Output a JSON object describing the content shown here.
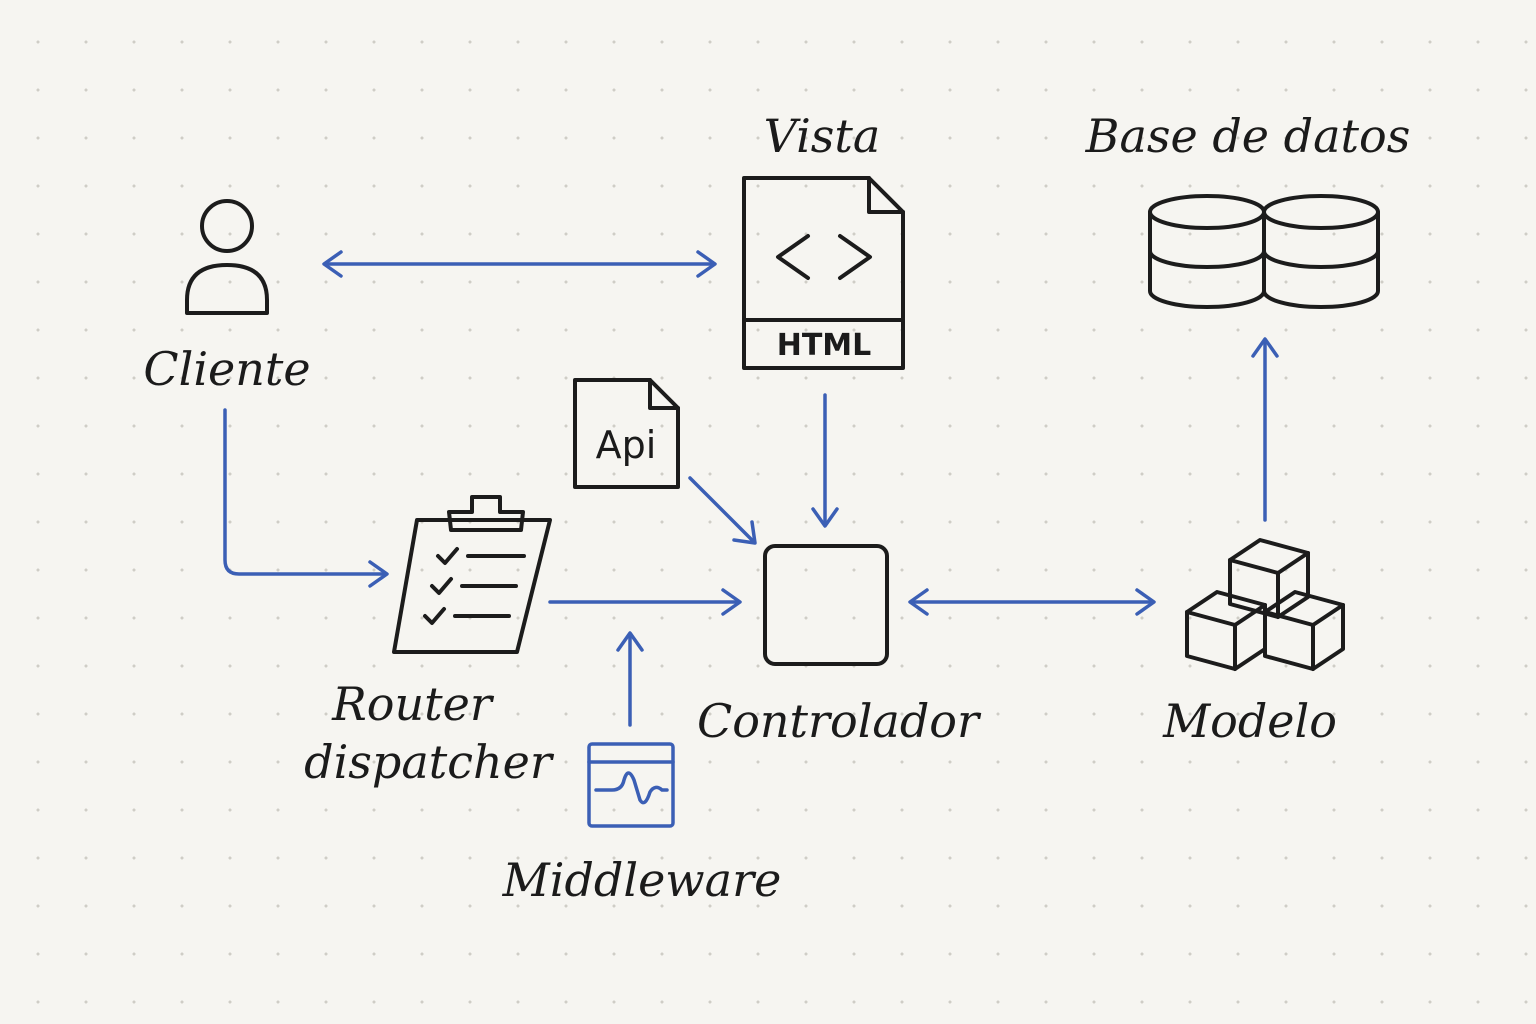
{
  "labels": {
    "cliente": "Cliente",
    "vista": "Vista",
    "base_de_datos": "Base de datos",
    "router_line1": "Router",
    "router_line2": "dispatcher",
    "controlador": "Controlador",
    "modelo": "Modelo",
    "middleware": "Middleware"
  },
  "badges": {
    "html": "HTML",
    "api": "Api"
  },
  "icons": {
    "cliente": "user-icon",
    "vista": "html-file-icon",
    "base_de_datos": "database-icon",
    "api": "api-file-icon",
    "router": "clipboard-checklist-icon",
    "controlador": "square-box-icon",
    "modelo": "cubes-icon",
    "middleware": "waveform-monitor-icon"
  },
  "colors": {
    "arrow": "#3b5fb5",
    "ink": "#1c1c1c",
    "background": "#f6f5f1"
  }
}
